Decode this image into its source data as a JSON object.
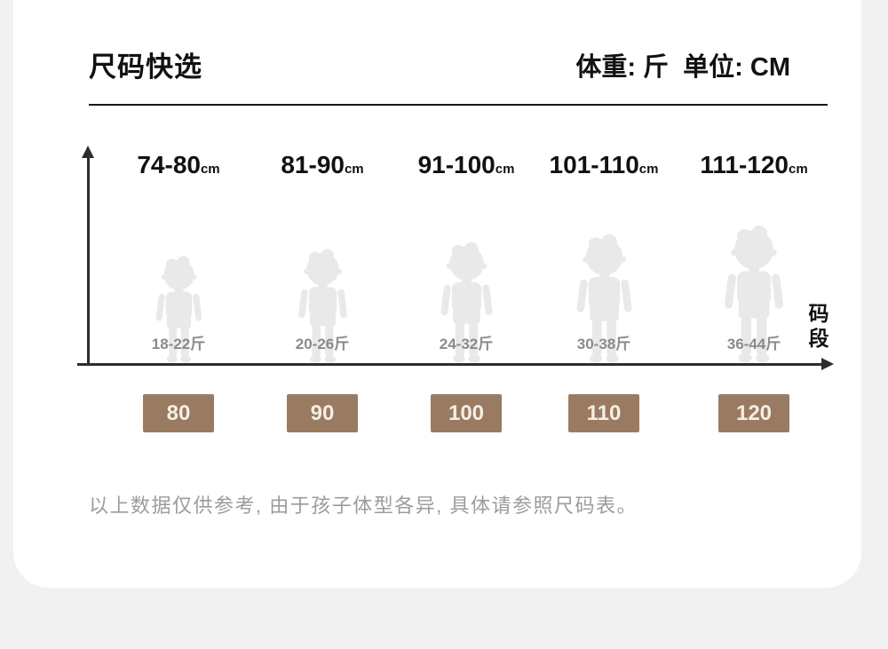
{
  "header": {
    "title": "尺码快选",
    "unit_info": "体重: 斤  单位: CM"
  },
  "chart_data": {
    "type": "table",
    "title": "尺码快选",
    "unit_label": "体重: 斤  单位: CM",
    "axis_label": "码段",
    "x_axis": "码段 (size code, increasing left to right)",
    "y_axis": "height (cm, increasing upward)",
    "columns": [
      {
        "height_range": "74-80",
        "height_unit": "cm",
        "weight_range": "18-22斤",
        "size": "80"
      },
      {
        "height_range": "81-90",
        "height_unit": "cm",
        "weight_range": "20-26斤",
        "size": "90"
      },
      {
        "height_range": "91-100",
        "height_unit": "cm",
        "weight_range": "24-32斤",
        "size": "100"
      },
      {
        "height_range": "101-110",
        "height_unit": "cm",
        "weight_range": "30-38斤",
        "size": "110"
      },
      {
        "height_range": "111-120",
        "height_unit": "cm",
        "weight_range": "36-44斤",
        "size": "120"
      }
    ]
  },
  "footer": {
    "note": "以上数据仅供参考, 由于孩子体型各异, 具体请参照尺码表。"
  },
  "colors": {
    "page_bg": "#f1f1f2",
    "card_bg": "#ffffff",
    "text_primary": "#111111",
    "axis": "#2d2d2d",
    "silhouette": "#e9e9e9",
    "weight_text": "#8a8a8a",
    "size_box_bg": "#9a7b61",
    "size_box_text": "#f5eee4",
    "note_text": "#9c9c9c"
  }
}
